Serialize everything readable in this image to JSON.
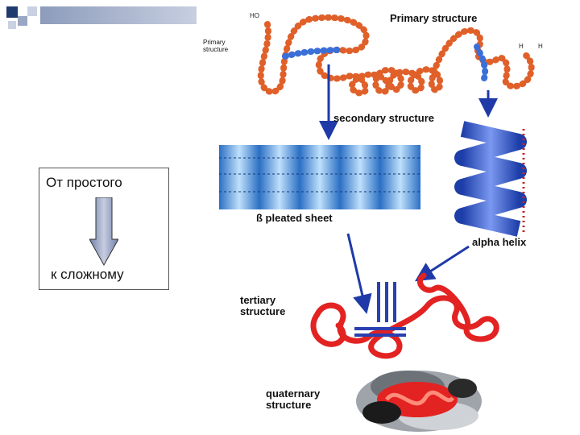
{
  "left_panel": {
    "top_label": "От простого",
    "bottom_label": "к сложному"
  },
  "diagram": {
    "primary_structure": "Primary structure",
    "primary_structure_small": "Primary structure",
    "secondary_structure": "secondary structure",
    "pleated_sheet": "ß pleated sheet",
    "alpha_helix": "alpha helix",
    "tertiary_structure": "tertiary structure",
    "quaternary_structure": "quaternary structure"
  },
  "colors": {
    "residue": "#e0602a",
    "helix_blue": "#3b5fd0",
    "sheet_blue": "#5aa9e6",
    "arrow_blue": "#1f3aa8",
    "tertiary_red": "#e32222"
  }
}
